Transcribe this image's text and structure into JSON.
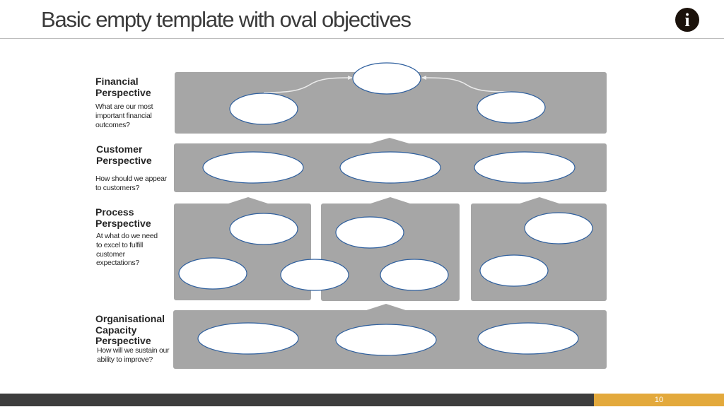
{
  "slide": {
    "title": "Basic empty template with oval objectives",
    "info_icon_glyph": "i",
    "page_number": "10"
  },
  "perspectives": [
    {
      "heading_line1": "Financial",
      "heading_line2": "Perspective",
      "question": [
        "What are our most",
        "important financial",
        "outcomes?"
      ]
    },
    {
      "heading_line1": "Customer",
      "heading_line2": "Perspective",
      "question": [
        "How should we appear",
        "to customers?"
      ]
    },
    {
      "heading_line1": "Process",
      "heading_line2": "Perspective",
      "question": [
        "At what do we need",
        "to excel to fulfill",
        "customer",
        "expectations?"
      ]
    },
    {
      "heading_line1": "Organisational",
      "heading_line2": "Capacity",
      "heading_line3": "Perspective",
      "question": [
        "How will we sustain our",
        "ability to improve?"
      ]
    }
  ],
  "colors": {
    "panel": "#a6a6a6",
    "oval_fill": "#ffffff",
    "oval_stroke": "#2e5f9e",
    "title_text": "#3a3a3a",
    "footer_dark": "#3d3d3d",
    "footer_accent": "#e3a93c",
    "info_icon_bg": "#1b120b"
  },
  "icons": {
    "info": "info-icon"
  }
}
